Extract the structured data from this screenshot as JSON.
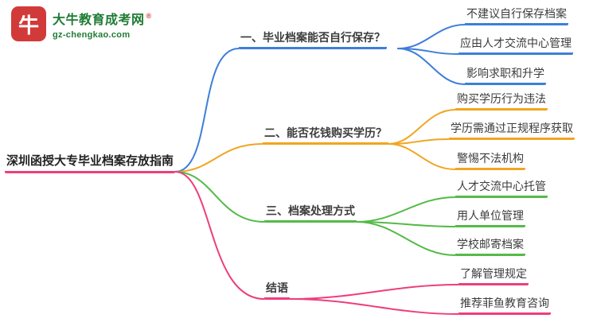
{
  "logo": {
    "icon_text": "牛",
    "site_name": "大牛教育成考网",
    "reg_mark": "®",
    "domain": "gz-chengkao.com"
  },
  "root": {
    "label": "深圳函授大专毕业档案存放指南"
  },
  "branches": [
    {
      "label": "一、毕业档案能否自行保存？",
      "color": "#3d7fd8",
      "children": [
        "不建议自行保存档案",
        "应由人才交流中心管理",
        "影响求职和升学"
      ]
    },
    {
      "label": "二、能否花钱购买学历？",
      "color": "#f0a520",
      "children": [
        "购买学历行为违法",
        "学历需通过正规程序获取",
        "警惕不法机构"
      ]
    },
    {
      "label": "三、档案处理方式",
      "color": "#54ba48",
      "children": [
        "人才交流中心托管",
        "用人单位管理",
        "学校邮寄档案"
      ]
    },
    {
      "label": "结语",
      "color": "#ee3d7d",
      "children": [
        "了解管理规定",
        "推荐菲鱼教育咨询"
      ]
    }
  ],
  "colors": {
    "root_underline": "#ee3d7d",
    "logo_red": "#d23a3a",
    "logo_green": "#1e7b33",
    "background": "#ffffff",
    "text": "#3c3c3c"
  }
}
